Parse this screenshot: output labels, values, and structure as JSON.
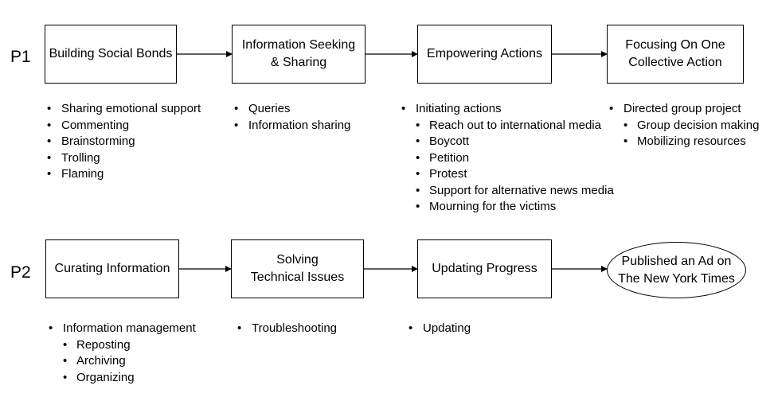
{
  "rows": [
    {
      "label": "P1",
      "stages": [
        {
          "lines": [
            "Building Social Bonds"
          ],
          "items": [
            {
              "text": "Sharing emotional support",
              "level": 1
            },
            {
              "text": "Commenting",
              "level": 1
            },
            {
              "text": "Brainstorming",
              "level": 1
            },
            {
              "text": "Trolling",
              "level": 1
            },
            {
              "text": "Flaming",
              "level": 1
            }
          ]
        },
        {
          "lines": [
            "Information Seeking",
            "& Sharing"
          ],
          "items": [
            {
              "text": "Queries",
              "level": 1
            },
            {
              "text": "Information sharing",
              "level": 1
            }
          ]
        },
        {
          "lines": [
            "Empowering Actions"
          ],
          "items": [
            {
              "text": "Initiating actions",
              "level": 1
            },
            {
              "text": "Reach out to international media",
              "level": 2
            },
            {
              "text": "Boycott",
              "level": 2
            },
            {
              "text": "Petition",
              "level": 2
            },
            {
              "text": "Protest",
              "level": 2
            },
            {
              "text": "Support for alternative news media",
              "level": 2
            },
            {
              "text": "Mourning for the victims",
              "level": 2
            }
          ]
        },
        {
          "lines": [
            "Focusing On One",
            "Collective Action"
          ],
          "items": [
            {
              "text": "Directed group project",
              "level": 1
            },
            {
              "text": "Group decision making",
              "level": 2
            },
            {
              "text": "Mobilizing resources",
              "level": 2
            }
          ]
        }
      ]
    },
    {
      "label": "P2",
      "stages": [
        {
          "lines": [
            "Curating Information"
          ],
          "items": [
            {
              "text": "Information management",
              "level": 1
            },
            {
              "text": "Reposting",
              "level": 2
            },
            {
              "text": "Archiving",
              "level": 2
            },
            {
              "text": "Organizing",
              "level": 2
            }
          ]
        },
        {
          "lines": [
            "Solving",
            "Technical Issues"
          ],
          "items": [
            {
              "text": "Troubleshooting",
              "level": 1
            }
          ]
        },
        {
          "lines": [
            "Updating Progress"
          ],
          "items": [
            {
              "text": "Updating",
              "level": 1
            }
          ]
        },
        {
          "lines": [
            "Published an Ad on",
            "The New York Times"
          ],
          "shape": "ellipse",
          "items": []
        }
      ]
    }
  ]
}
